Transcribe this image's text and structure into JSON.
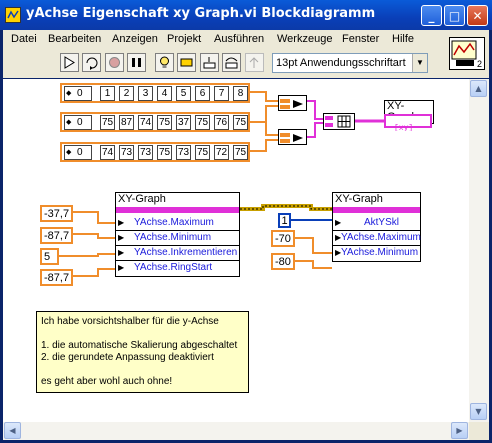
{
  "window": {
    "title": "yAchse Eigenschaft xy Graph.vi Blockdiagramm"
  },
  "menu": [
    "Datei",
    "Bearbeiten",
    "Anzeigen",
    "Projekt",
    "Ausführen",
    "Werkzeuge",
    "Fenster",
    "Hilfe"
  ],
  "toolbar": {
    "font_select": "13pt Anwendungsschriftart"
  },
  "vi_icon_number": "2",
  "arrays": [
    {
      "index": "0",
      "values": [
        "1",
        "2",
        "3",
        "4",
        "5",
        "6",
        "7",
        "8"
      ]
    },
    {
      "index": "0",
      "values": [
        "75",
        "87",
        "74",
        "75",
        "37",
        "75",
        "76",
        "75"
      ]
    },
    {
      "index": "0",
      "values": [
        "74",
        "73",
        "73",
        "75",
        "73",
        "75",
        "72",
        "75"
      ]
    }
  ],
  "graph_terminal": {
    "label": "XY-Graph"
  },
  "property_node_left": {
    "label": "XY-Graph",
    "rows": [
      "YAchse.Maximum",
      "YAchse.Minimum",
      "YAchse.Inkrementieren",
      "YAchse.RingStart"
    ],
    "inputs": [
      "-37,7",
      "-87,7",
      "5",
      "-87,7"
    ]
  },
  "property_node_right": {
    "label": "XY-Graph",
    "rows": [
      "AktYSkl",
      "YAchse.Maximum",
      "YAchse.Minimum"
    ],
    "inputs": [
      "1",
      "-70",
      "-80"
    ]
  },
  "note": {
    "line1": "Ich habe vorsichtshalber für die y-Achse",
    "line2": "1. die automatische Skalierung abgeschaltet",
    "line3": "2. die gerundete Anpassung deaktiviert",
    "line4": "es geht aber wohl auch ohne!"
  }
}
